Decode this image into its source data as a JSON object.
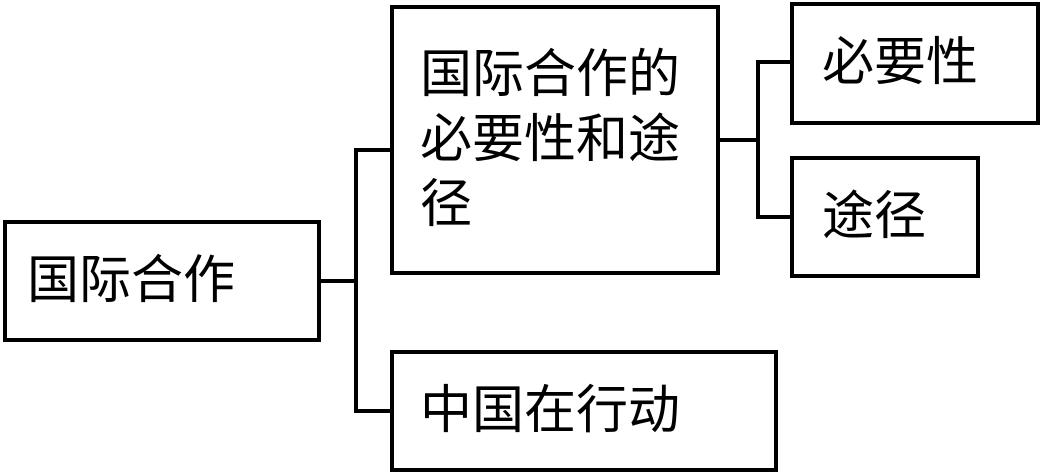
{
  "diagram": {
    "root": {
      "label": "国际合作"
    },
    "branches": [
      {
        "label": "国际合作的必要性和途径",
        "children": [
          {
            "label": "必要性"
          },
          {
            "label": "途径"
          }
        ]
      },
      {
        "label": "中国在行动"
      }
    ]
  }
}
